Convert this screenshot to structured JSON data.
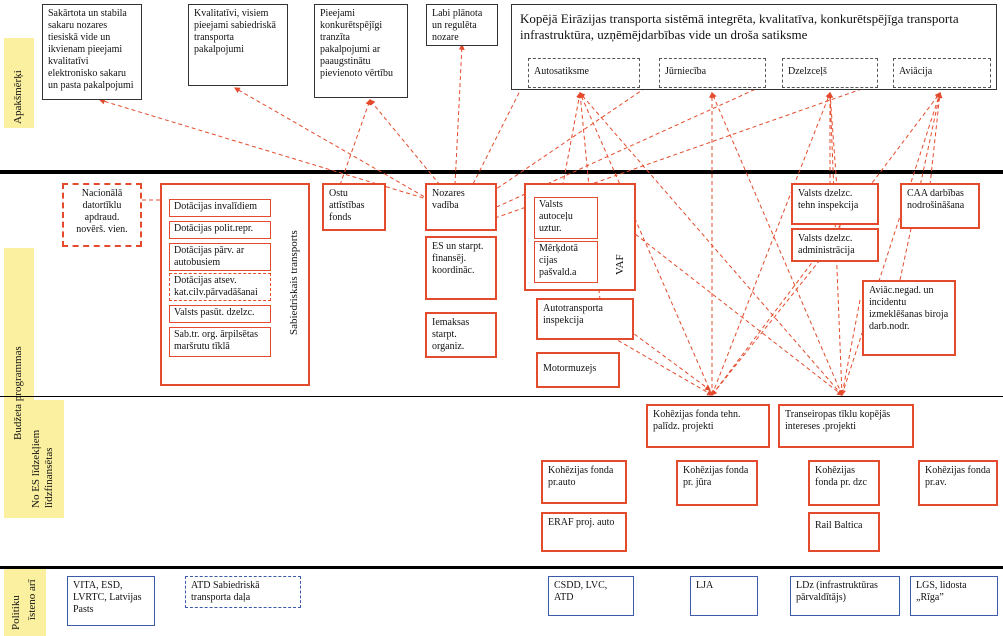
{
  "bands": {
    "goals": "Apakšmērķi",
    "budget": "Budžeta programmas",
    "eu": "No ES līdzekļiem līdzfinansētas",
    "policy_a": "Politiku",
    "policy_b": "īsteno arī"
  },
  "goals": {
    "g1": "Sakārtota un stabila sakaru nozares tiesiskā vide un ikvienam pieejami kvalitatīvi elektronisko sakaru un pasta pakalpojumi",
    "g2": "Kvalitatīvi, visiem pieejami sabiedriskā transporta pakalpojumi",
    "g3": "Pieejami konkurētspējīgi tranzīta pakalpojumi ar paaugstinātu pievienoto vērtību",
    "g4": "Labi plānota un regulēta nozare",
    "main": "Kopējā Eirāzijas transporta sistēmā integrēta, kvalitatīva, konkurētspējīga transporta infrastruktūra, uzņēmējdarbības vide un droša satiksme",
    "sub": [
      "Autosatiksme",
      "Jūrniecība",
      "Dzelzceļš",
      "Aviācija"
    ]
  },
  "budget": {
    "nac": "Nacionālā datortīklu apdraud. novērš. vien.",
    "sab_title": "Sabiedriskais transports",
    "sab_items": [
      "Dotācijas invalīdiem",
      "Dotācijas polit.repr.",
      "Dotācijas pārv. ar autobusiem",
      "Dotācijas atsev. kat.cilv.pārvadāšanai",
      "Valsts pasūt. dzelzc.",
      "Sab.tr. org. ārpilsētas maršrutu tīklā"
    ],
    "ostu": "Ostu attīstības fonds",
    "nozares": "Nozares vadība",
    "es": "ES un starpt. finansēj. koordināc.",
    "iemaksas": "Iemaksas starpt. organiz.",
    "vaf_title": "VAF",
    "vaf_items": [
      "Valsts autoceļu uztur.",
      "Mērķdotā cijas pašvald.a"
    ],
    "atd": "Autotransporta inspekcija",
    "motor": "Motormuzejs",
    "vdi": "Valsts dzelzc. tehn inspekcija",
    "vda": "Valsts dzelzc. administrācija",
    "caa": "CAA darbības nodrošināšana",
    "avi": "Aviāc.negad. un incidentu izmeklēšanas biroja darb.nodr."
  },
  "eu": {
    "koh_teh": "Kohēzijas fonda tehn. palīdz. projekti",
    "ten": "Transeiropas tīklu kopējās intereses .projekti",
    "koh_auto": "Kohēzijas fonda pr.auto",
    "koh_jura": "Kohēzijas fonda pr. jūra",
    "koh_dzc": "Kohēzijas fonda pr. dzc",
    "koh_av": "Kohēzijas fonda pr.av.",
    "eraf": "ERAF proj. auto",
    "rail": "Rail Baltica"
  },
  "policy": {
    "p1": "VITA, ESD, LVRTC, Latvijas Pasts",
    "p2": "ATD Sabiedriskā transporta daļa",
    "p3": "CSDD, LVC, ATD",
    "p4": "LJA",
    "p5": "LDz (infrastruktūras pārvaldītājs)",
    "p6": "LGS, lidosta „Rīga”"
  },
  "colors": {
    "accent_red": "#e34b2c",
    "band_yellow": "#fbf0a0"
  }
}
